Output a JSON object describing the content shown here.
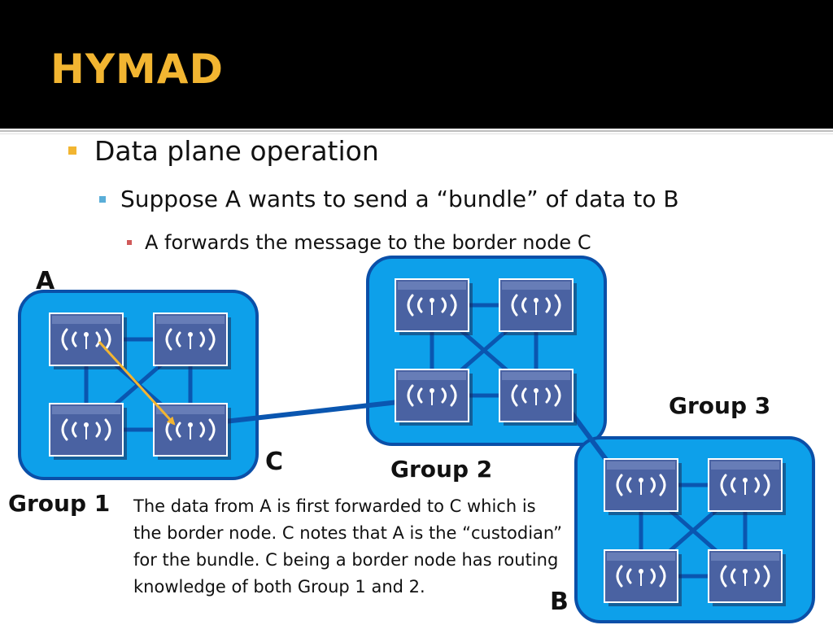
{
  "slide": {
    "title": "HYMAD",
    "bullet_1": "Data plane operation",
    "bullet_2": "Suppose A wants to send a “bundle” of data to B",
    "bullet_3": "A forwards the message to the border node C"
  },
  "diagram": {
    "node_a_label": "A",
    "node_b_label": "B",
    "node_c_label": "C",
    "group_1_label": "Group 1",
    "group_2_label": "Group 2",
    "group_3_label": "Group 3",
    "description": "The data from A is first forwarded to C which is the border node. C notes that A is the “custodian” for the bundle. C being a border node has routing knowledge of both Group 1 and 2.",
    "icon": "wireless-router-icon"
  },
  "colors": {
    "title_background": "#000000",
    "title_text": "#f2b531",
    "group_fill": "#0da0ea",
    "group_border": "#0a4fa8",
    "link": "#0a56b0",
    "router_face": "#4a62a2",
    "forward_arrow": "#f2b531"
  }
}
